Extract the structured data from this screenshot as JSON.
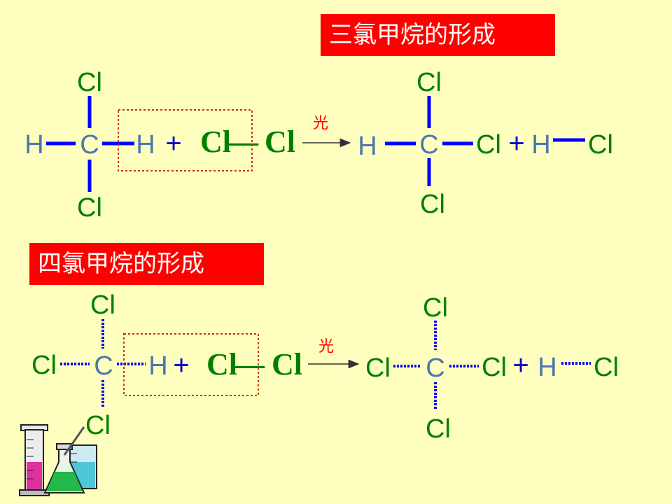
{
  "colors": {
    "background": "#FEFFBE",
    "title_bg": "#FF0000",
    "title_text": "#FFFFFF",
    "chlorine": "#008000",
    "hydrogen_carbon": "#4D77AD",
    "bond": "#0000FF",
    "plus": "#0000CC",
    "dashed_box": "#CC3300",
    "arrow": "#333333",
    "condition": "#FF0000"
  },
  "reaction1": {
    "title": "三氯甲烷的形成",
    "reactant": {
      "top": "Cl",
      "left": "H",
      "center": "C",
      "right": "H",
      "bottom": "Cl"
    },
    "plus1": "+",
    "cl2": {
      "left": "Cl",
      "bond": "—",
      "right": "Cl"
    },
    "condition": "光",
    "product": {
      "top": "Cl",
      "left": "H",
      "center": "C",
      "right": "Cl",
      "bottom": "Cl"
    },
    "plus2": "+",
    "hcl": {
      "left": "H",
      "right": "Cl"
    }
  },
  "reaction2": {
    "title": "四氯甲烷的形成",
    "reactant": {
      "top": "Cl",
      "left": "Cl",
      "center": "C",
      "right": "H",
      "bottom": "Cl"
    },
    "plus1": "+",
    "cl2": {
      "left": "Cl",
      "bond": "—",
      "right": "Cl"
    },
    "condition": "光",
    "product": {
      "top": "Cl",
      "left": "Cl",
      "center": "C",
      "right": "Cl",
      "bottom": "Cl"
    },
    "plus2": "+",
    "hcl": {
      "left": "H",
      "right": "Cl"
    }
  },
  "decoration": {
    "icon": "lab-glassware-icon"
  }
}
